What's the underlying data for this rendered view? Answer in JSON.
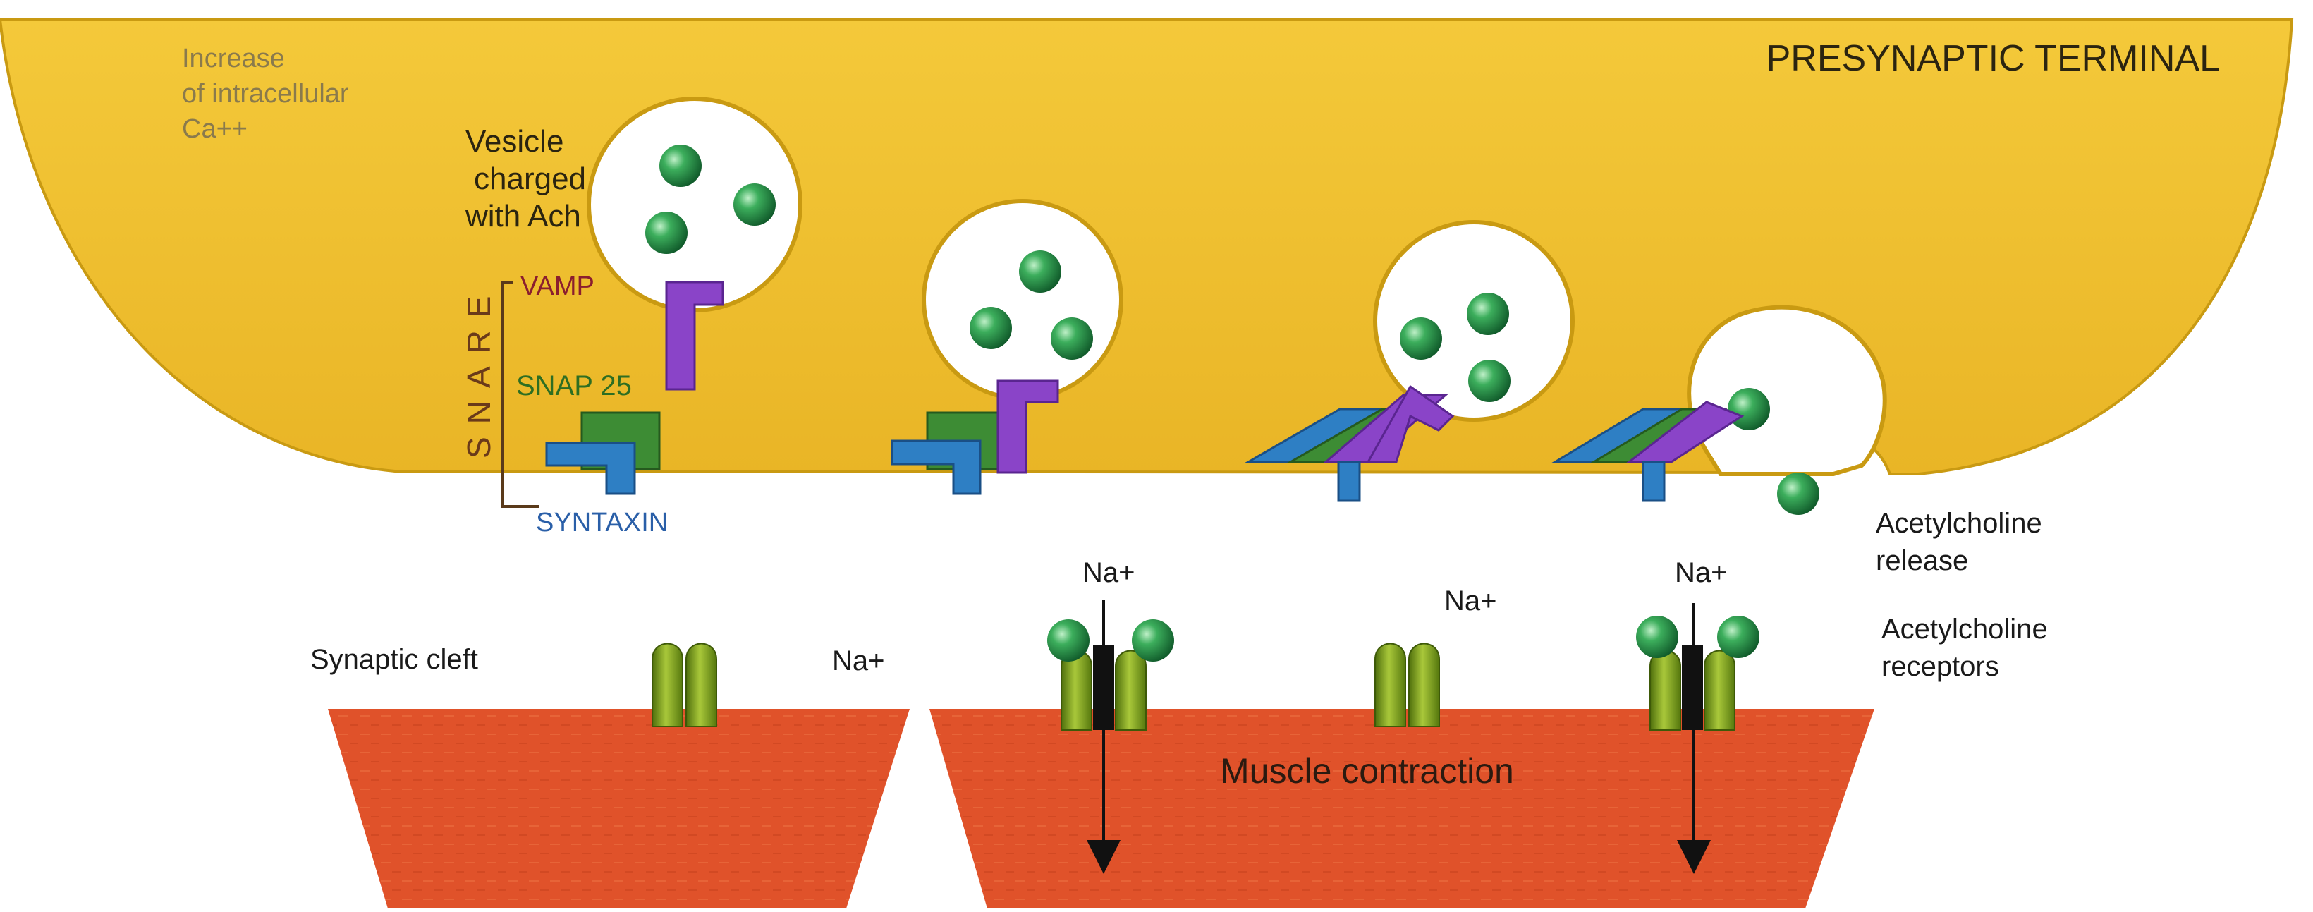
{
  "labels": {
    "title": "PRESYNAPTIC TERMINAL",
    "ca_line1": "Increase",
    "ca_line2": "of intracellular",
    "ca_line3": "Ca++",
    "vesicle_line1": "Vesicle",
    "vesicle_line2": "charged",
    "vesicle_line3": "with Ach",
    "snare": "SNARE",
    "vamp": "VAMP",
    "snap25": "SNAP 25",
    "syntaxin": "SYNTAXIN",
    "ach_release_line1": "Acetylcholine",
    "ach_release_line2": "release",
    "ach_receptors_line1": "Acetylcholine",
    "ach_receptors_line2": "receptors",
    "synaptic_cleft": "Synaptic cleft",
    "na_1": "Na+",
    "na_2": "Na+",
    "na_3": "Na+",
    "na_4": "Na+",
    "muscle": "Muscle contraction"
  },
  "colors": {
    "terminal": "#f2c230",
    "terminal_edge": "#c99a12",
    "vamp": "#8a44c8",
    "snap25": "#3d8c34",
    "syntaxin": "#2e7fc4",
    "vamp_label": "#8b1e2e",
    "snap_label": "#2e6e22",
    "syntaxin_label": "#2a5fa8",
    "ach": "#2e9a4e",
    "receptor": "#7a9e1a",
    "muscle": "#e2532a"
  }
}
